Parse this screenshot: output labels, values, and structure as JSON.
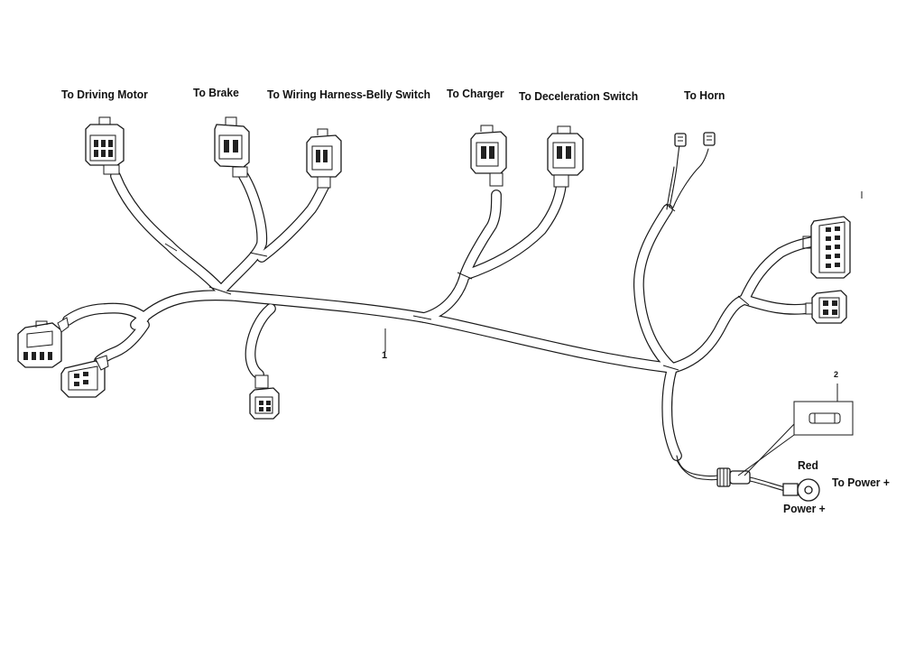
{
  "labels": {
    "driving_motor": "To Driving Motor",
    "brake": "To  Brake",
    "wiring_harness_belly": "To  Wiring Harness-Belly Switch",
    "charger": "To Charger",
    "deceleration": "To Deceleration Switch",
    "horn": "To Horn",
    "red": "Red",
    "power_plus_to": "To Power +",
    "power_plus": "Power +"
  },
  "callouts": {
    "harness": "1",
    "fuse": "2"
  },
  "colors": {
    "line": "#1a1a1a",
    "background": "#ffffff"
  }
}
